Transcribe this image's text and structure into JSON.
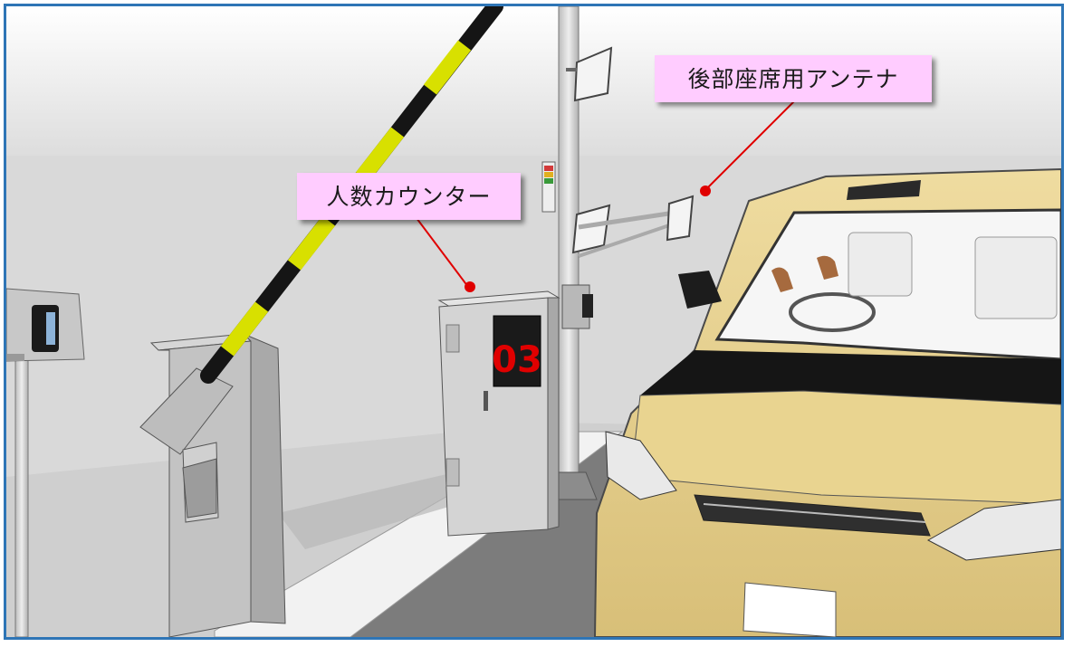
{
  "callouts": {
    "counter_label": "人数カウンター",
    "antenna_label": "後部座席用アンテナ"
  },
  "counter_display": {
    "value": "03"
  },
  "colors": {
    "frame_border": "#2e75b6",
    "callout_background": "#ffccff",
    "leader_line": "#e00000",
    "counter_digits": "#e00000",
    "barrier_stripe_a": "#d8e000",
    "barrier_stripe_b": "#151515",
    "car_body": "#e6cf8c"
  }
}
